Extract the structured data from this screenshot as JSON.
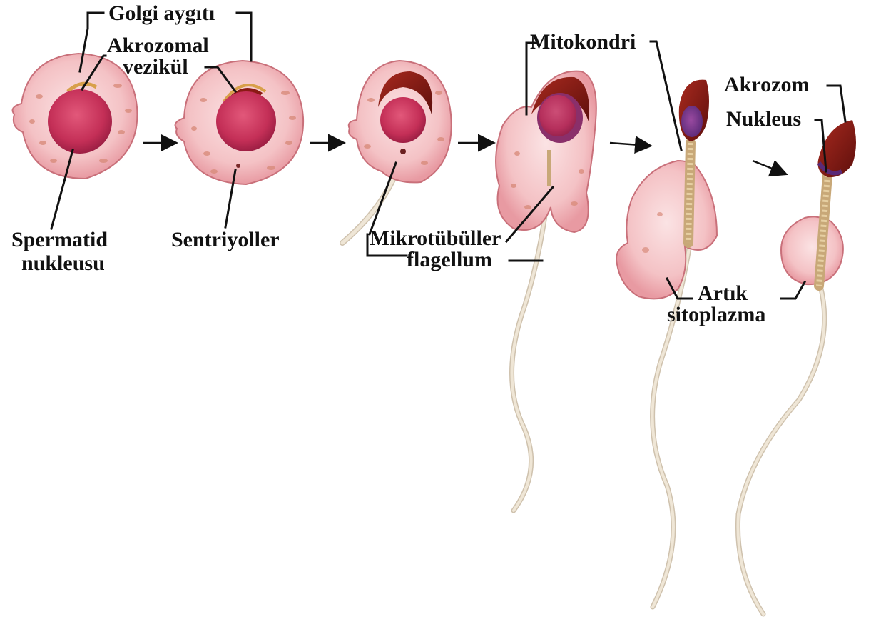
{
  "labels": {
    "golgi": "Golgi aygıtı",
    "akrozomal_line1": "Akrozomal",
    "akrozomal_line2": "vezikül",
    "spermatid_line1": "Spermatid",
    "spermatid_line2": "nukleusu",
    "sentriyoller": "Sentriyoller",
    "mikrotubuller": "Mikrotübüller",
    "flagellum": "flagellum",
    "mitokondri": "Mitokondri",
    "akrozom": "Akrozom",
    "nukleus": "Nukleus",
    "artik_line1": "Artık",
    "artik_line2": "sitoplazma"
  },
  "colors": {
    "cytoplasm": "#f2b8bc",
    "cytoplasm_edge": "#c9707a",
    "nucleus": "#c9335a",
    "acrosome": "#8a1a14",
    "golgi": "#d8a04a",
    "flagellum": "#e8dccb",
    "arrow": "#111111"
  }
}
